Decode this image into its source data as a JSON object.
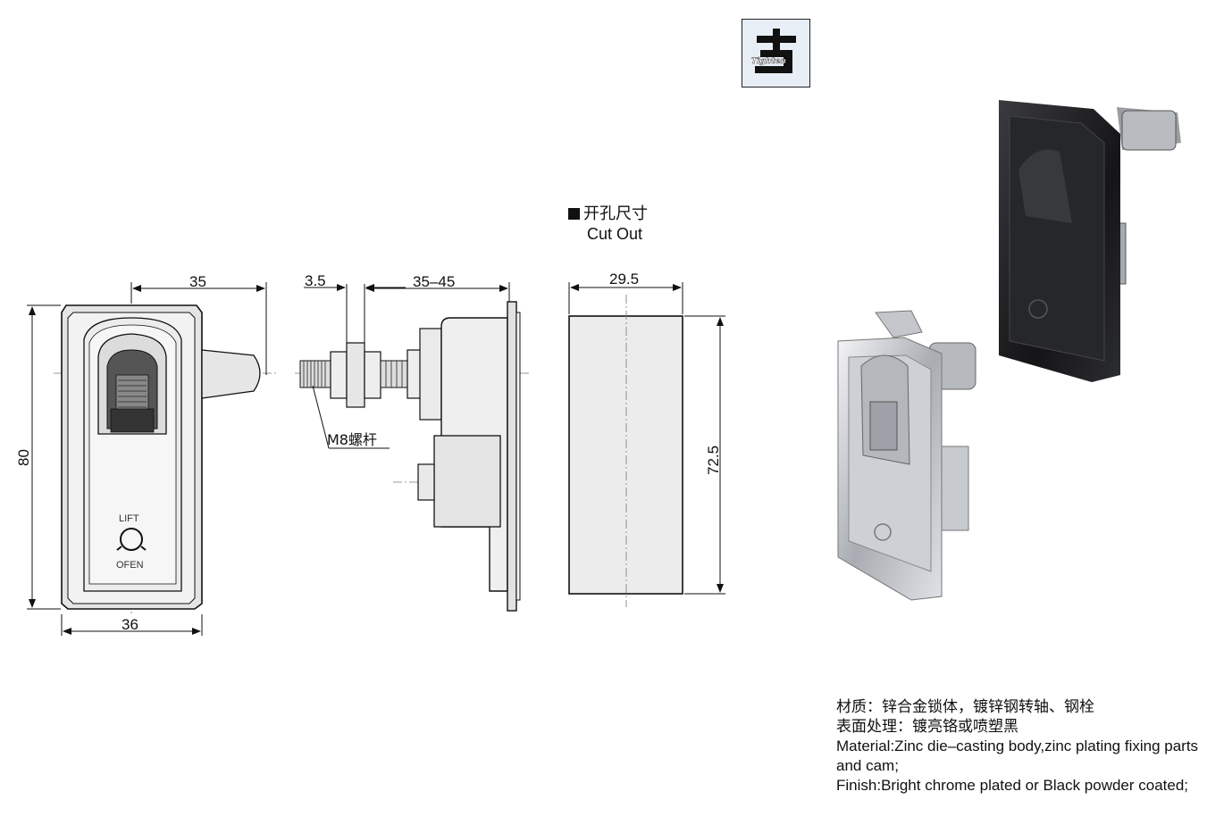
{
  "logo": {
    "text": "Tighten"
  },
  "cutout": {
    "title_cn": "开孔尺寸",
    "title_en": "Cut Out",
    "width": "29.5",
    "height": "72.5"
  },
  "front_view": {
    "width_label": "36",
    "height_label": "80",
    "offset_label": "35",
    "lift_text": "LIFT",
    "open_text": "OFEN"
  },
  "side_view": {
    "dim_a": "3.5",
    "dim_b": "35–45",
    "bolt_label": "M8螺杆"
  },
  "specs": {
    "line1": "材质：锌合金锁体，镀锌钢转轴、钢栓",
    "line2": "表面处理：镀亮铬或喷塑黑",
    "line3": "Material:Zinc die–casting body,zinc plating fixing parts and cam;",
    "line4": "Finish:Bright chrome plated or Black powder coated;"
  },
  "colors": {
    "line": "#111111",
    "cutout_fill": "#ececec",
    "chrome": "#c9ccd1",
    "black_finish": "#1c1c1e"
  }
}
